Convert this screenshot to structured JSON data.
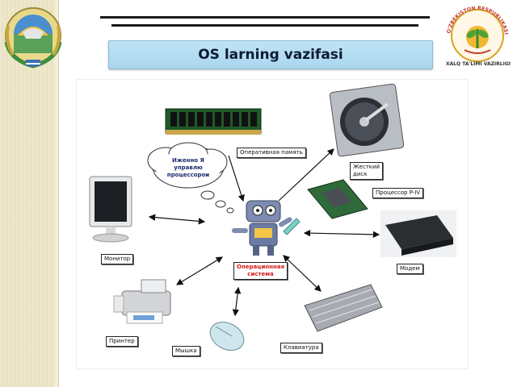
{
  "header": {
    "title": "OS larning vazifasi"
  },
  "emblem_right": {
    "caption": "XALQ TA'LIMI VAZIRLIGI",
    "ring_text": "O'ZBEKISTON RESPUBLIKASI"
  },
  "diagram": {
    "cloud_text": [
      "Иженно Я",
      "управлю",
      "процессорои"
    ],
    "center": [
      "Операционная",
      "система"
    ],
    "labels": {
      "ram": "Оперативная память",
      "hdd_line1": "Жесткий",
      "hdd_line2": "диск",
      "cpu": "Процессор P-IV",
      "monitor": "Монитор",
      "modem": "Модем",
      "printer": "Принтер",
      "mouse": "Мышка",
      "keyboard": "Клавиатура"
    }
  },
  "icons": [
    "coat-of-arms-icon",
    "ministry-emblem-icon",
    "ram-module-icon",
    "hard-disk-icon",
    "processor-icon",
    "monitor-icon",
    "modem-icon",
    "printer-icon",
    "mouse-icon",
    "keyboard-icon",
    "robot-icon",
    "thought-cloud-icon"
  ]
}
